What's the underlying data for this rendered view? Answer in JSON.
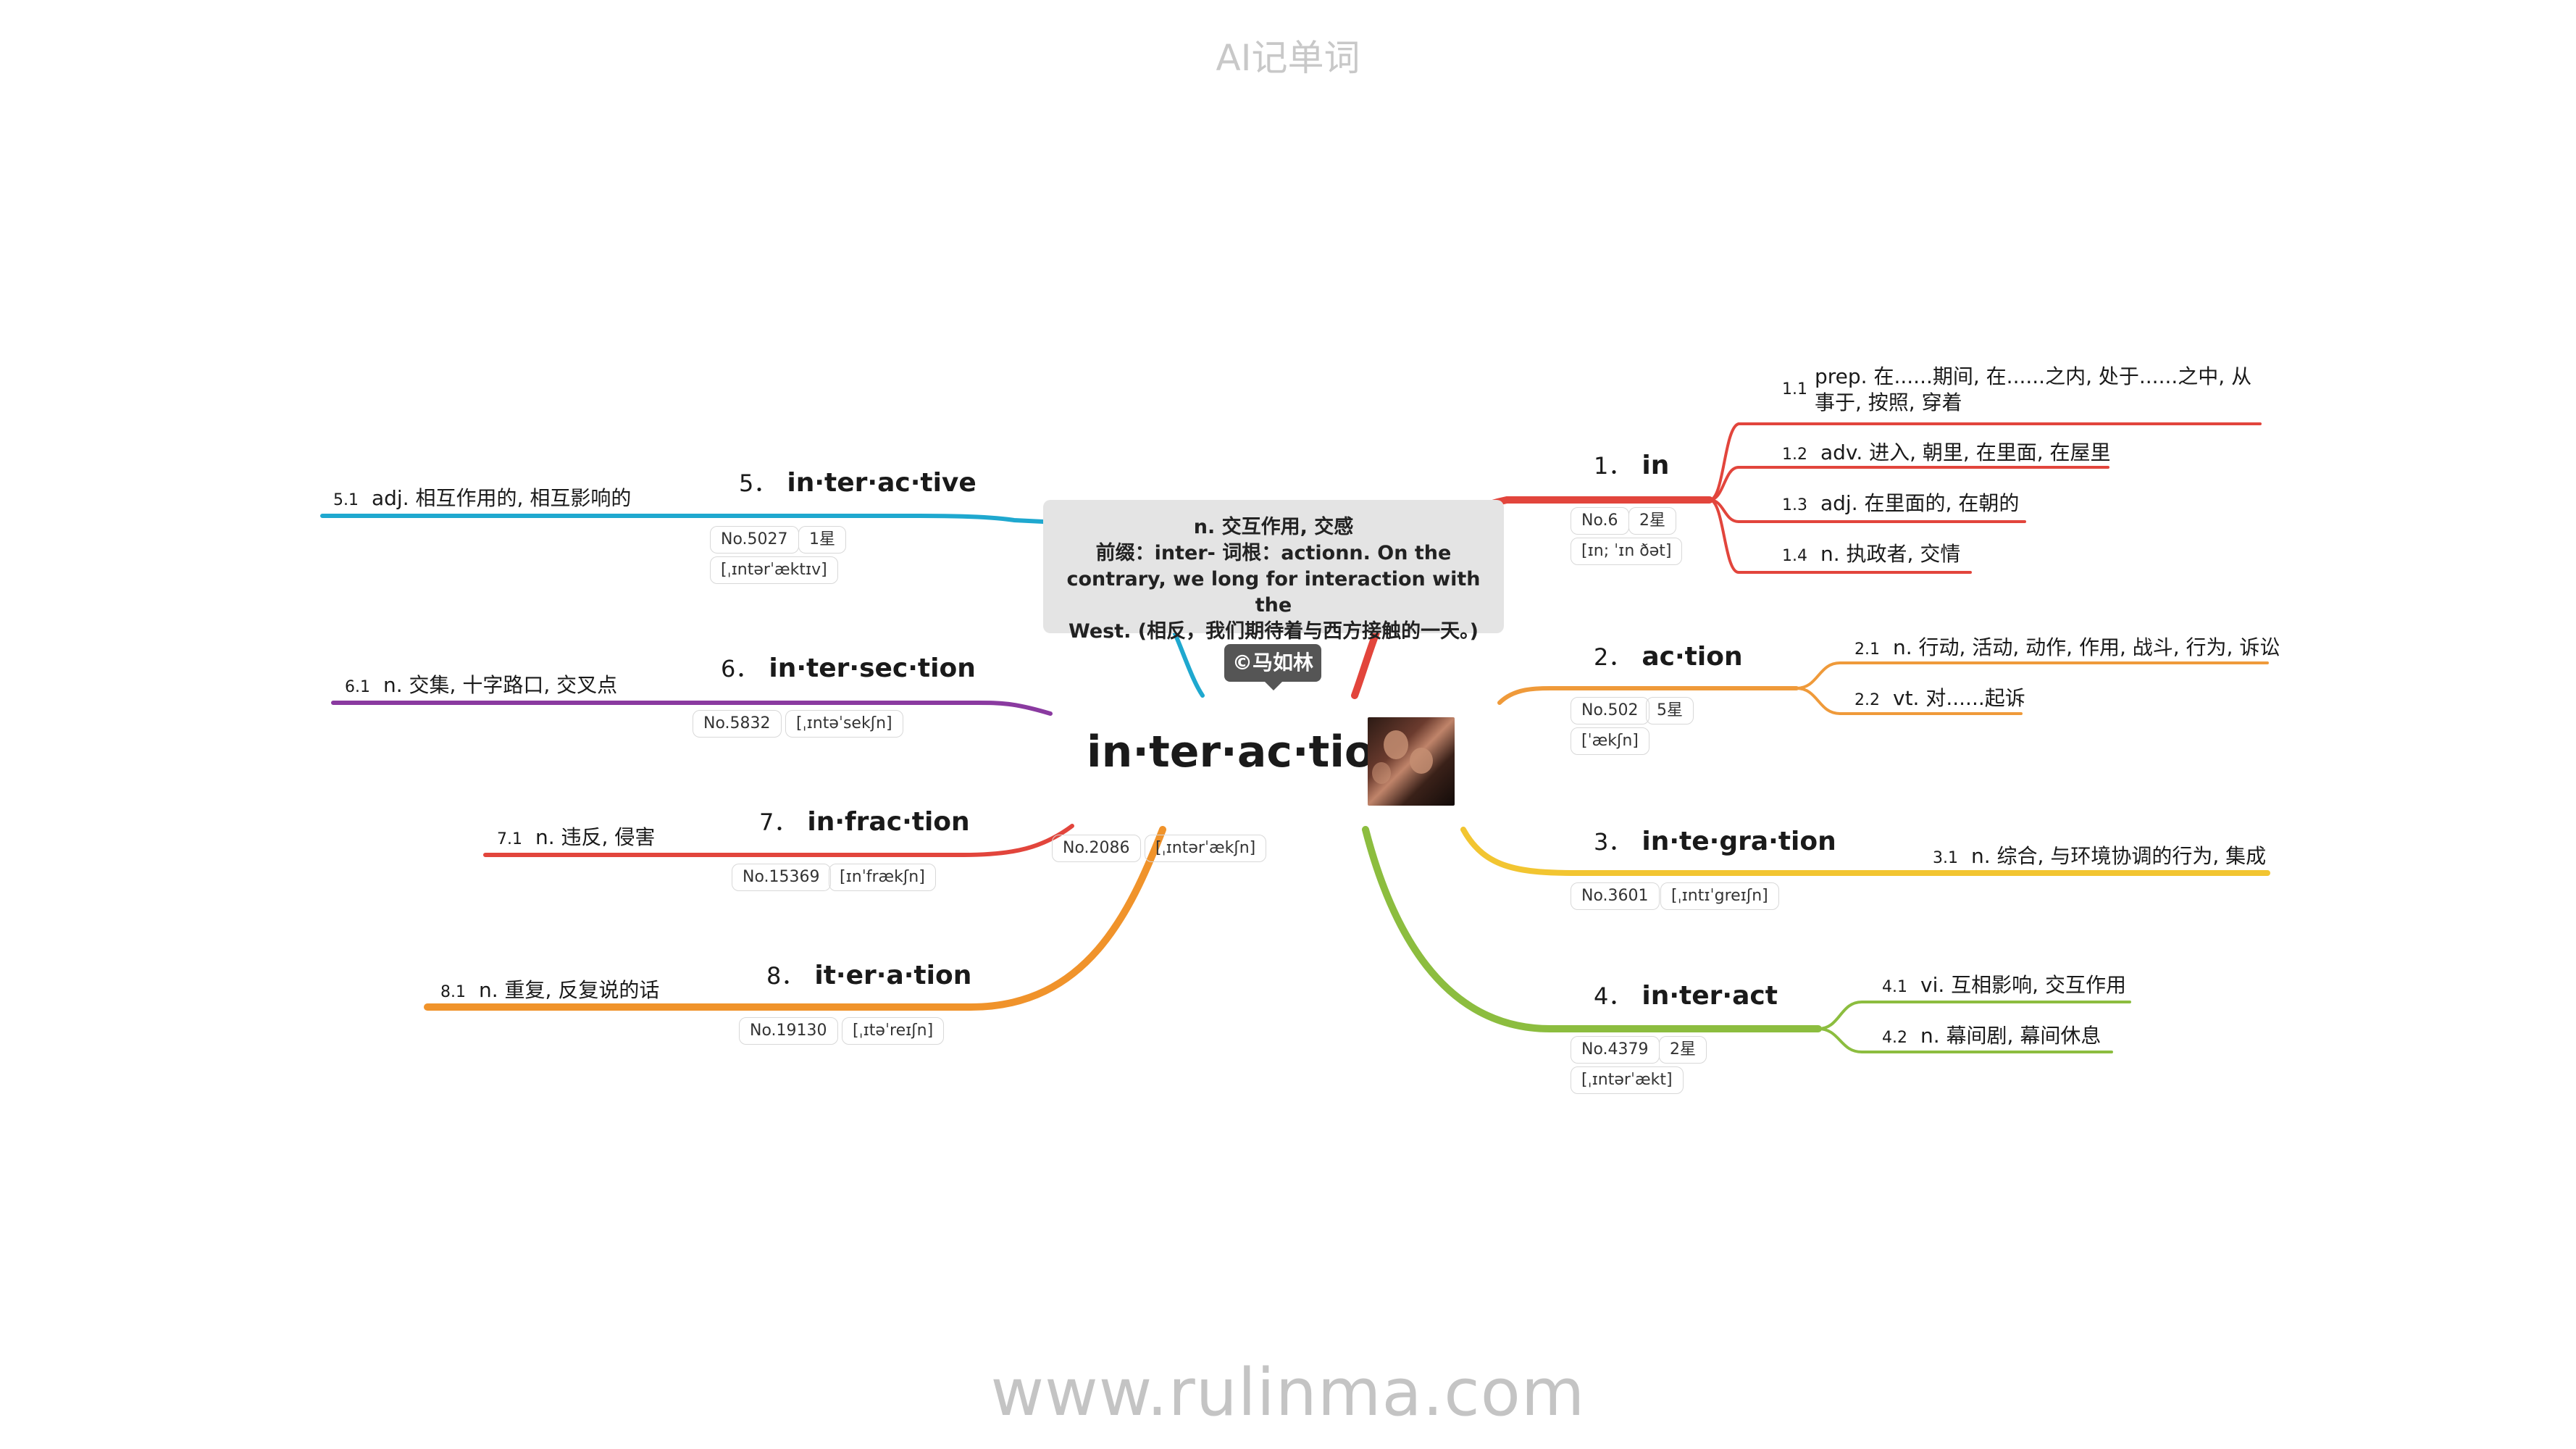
{
  "header": {
    "title": "AI记单词"
  },
  "footer": {
    "url": "www.rulinma.com"
  },
  "central": {
    "word": "in·ter·ac·tion",
    "rank": "No.2086",
    "phonetic": "[ˌɪntərˈækʃn]",
    "photo_icon": "couple-photo",
    "callout_lines": [
      "n. 交互作用, 交感",
      "前缀：inter- 词根：actionn. On the",
      "contrary, we long for interaction with the",
      "West. (相反，我们期待着与西方接触的一天。)"
    ],
    "tag": "©马如林"
  },
  "colors": {
    "red": "#e2453c",
    "orange": "#ef9a3a",
    "yellow": "#f2c531",
    "green": "#8cbd3f",
    "cyan": "#1fa8cf",
    "purple": "#8a3aa0",
    "orange_red": "#e8502f",
    "dark_orange": "#f0932b"
  },
  "branches": [
    {
      "num": "1．",
      "word": "in",
      "rank": "No.6",
      "stars": "2星",
      "phonetic": "[ɪn; ˈɪn ðət]",
      "defs": [
        {
          "n": "1.1",
          "text": "prep. 在......期间, 在......之内, 处于......之中, 从事于, 按照, 穿着"
        },
        {
          "n": "1.2",
          "text": "adv. 进入, 朝里, 在里面, 在屋里"
        },
        {
          "n": "1.3",
          "text": "adj. 在里面的, 在朝的"
        },
        {
          "n": "1.4",
          "text": "n. 执政者, 交情"
        }
      ]
    },
    {
      "num": "2．",
      "word": "ac·tion",
      "rank": "No.502",
      "stars": "5星",
      "phonetic": "[ˈækʃn]",
      "defs": [
        {
          "n": "2.1",
          "text": "n. 行动, 活动, 动作, 作用, 战斗, 行为, 诉讼"
        },
        {
          "n": "2.2",
          "text": "vt. 对......起诉"
        }
      ]
    },
    {
      "num": "3．",
      "word": "in·te·gra·tion",
      "rank": "No.3601",
      "phonetic": "[ˌɪntɪˈgreɪʃn]",
      "defs": [
        {
          "n": "3.1",
          "text": "n. 综合, 与环境协调的行为, 集成"
        }
      ]
    },
    {
      "num": "4．",
      "word": "in·ter·act",
      "rank": "No.4379",
      "stars": "2星",
      "phonetic": "[ˌɪntərˈækt]",
      "defs": [
        {
          "n": "4.1",
          "text": "vi. 互相影响, 交互作用"
        },
        {
          "n": "4.2",
          "text": "n. 幕间剧, 幕间休息"
        }
      ]
    },
    {
      "num": "5．",
      "word": "in·ter·ac·tive",
      "rank": "No.5027",
      "stars": "1星",
      "phonetic": "[ˌɪntərˈæktɪv]",
      "defs": [
        {
          "n": "5.1",
          "text": "adj. 相互作用的, 相互影响的"
        }
      ]
    },
    {
      "num": "6．",
      "word": "in·ter·sec·tion",
      "rank": "No.5832",
      "phonetic": "[ˌɪntəˈsekʃn]",
      "defs": [
        {
          "n": "6.1",
          "text": "n. 交集, 十字路口, 交叉点"
        }
      ]
    },
    {
      "num": "7．",
      "word": "in·frac·tion",
      "rank": "No.15369",
      "phonetic": "[ɪnˈfrækʃn]",
      "defs": [
        {
          "n": "7.1",
          "text": "n. 违反, 侵害"
        }
      ]
    },
    {
      "num": "8．",
      "word": "it·er·a·tion",
      "rank": "No.19130",
      "phonetic": "[ˌɪtəˈreɪʃn]",
      "defs": [
        {
          "n": "8.1",
          "text": "n. 重复, 反复说的话"
        }
      ]
    }
  ]
}
